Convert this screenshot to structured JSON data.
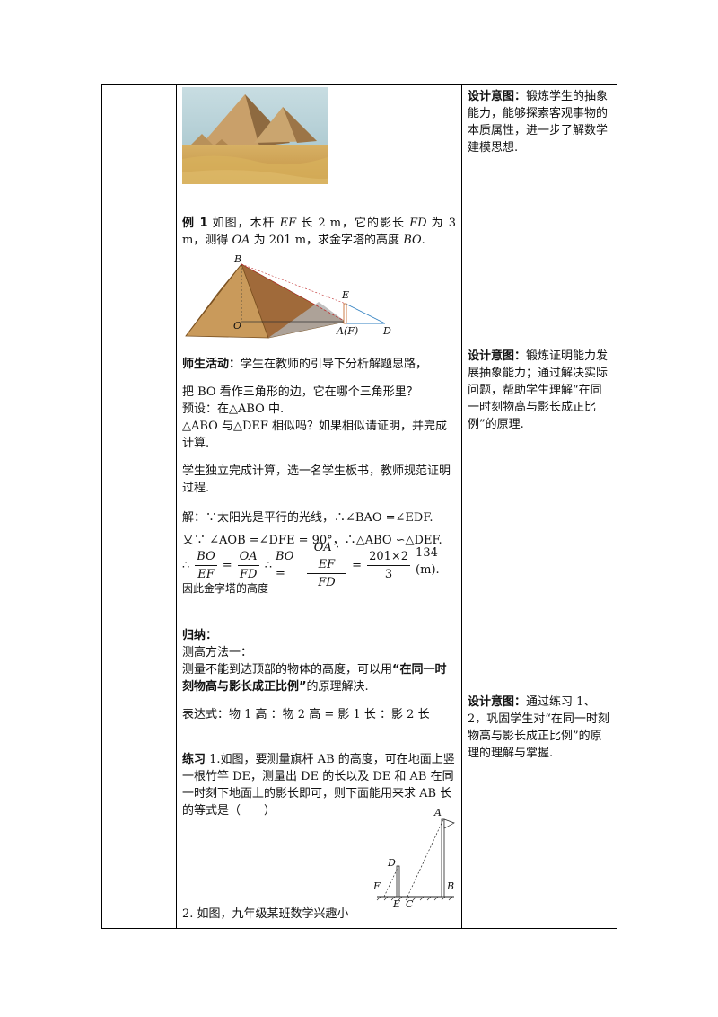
{
  "left_col": {
    "photo_alt": "pyramids-photo"
  },
  "example": {
    "label": "例 1",
    "text_a": " 如图，木杆 ",
    "ef": "EF",
    "text_b": " 长 2 m，它的影长 ",
    "fd": "FD",
    "text_c": " 为 3 m，测得 ",
    "oa": "OA",
    "text_d": " 为 201 m，求金字塔的高度 ",
    "bo": "BO",
    "text_e": "."
  },
  "diagram1": {
    "B": "B",
    "O": "O",
    "E": "E",
    "AF": "A(F)",
    "D": "D"
  },
  "activity": {
    "label": "师生活动：",
    "intro": "学生在教师的引导下分析解题思路，",
    "q1": "把 BO 看作三角形的边，它在哪个三角形里？",
    "q2": "预设：在△ABO 中.",
    "q3": "△ABO 与△DEF 相似吗？如果相似请证明，并完成计算.",
    "q4": "学生独立完成计算，选一名学生板书，教师规范证明过程.",
    "sol1": "解：∵太阳光是平行的光线，∴∠BAO =∠EDF.",
    "sol2": "又∵ ∠AOB =∠DFE = 90°，∴△ABO ∽△DEF.",
    "sol3_prefix": "∴",
    "sol3_suffix": "因此金字塔的高度",
    "frac1_num": "BO",
    "frac1_den": "EF",
    "frac2_num": "OA",
    "frac2_den": "FD",
    "bo_eq": "BO =",
    "frac3_num": "OA · EF",
    "frac3_den": "FD",
    "frac4_num": "201×2",
    "frac4_den": "3",
    "result": "134 (m)."
  },
  "summary": {
    "label": "归纳：",
    "line1": "测高方法一：",
    "line2a": "测量不能到达顶部的物体的高度，可以用",
    "line2b": "“在同一时刻物高与影长成正比例”",
    "line2c": "的原理解决.",
    "expr": "表达式：物 1 高 ：物 2 高 = 影 1 长 ：影 2 长"
  },
  "exercise": {
    "label": "练习",
    "text": " 1.如图，要测量旗杆 AB 的高度，可在地面上竖一根竹竿 DE，测量出 DE 的长以及 DE 和 AB 在同一时刻下地面上的影长即可，则下面能用来求 AB 长的等式是（　　）",
    "q2": "2. 如图，九年级某班数学兴趣小"
  },
  "diagram2": {
    "A": "A",
    "D": "D",
    "F": "F",
    "E": "E",
    "C": "C",
    "B": "B"
  },
  "right_col": {
    "intent_label": "设计意图：",
    "intent1": "锻炼学生的抽象能力，能够探索客观事物的本质属性，进一步了解数学建模思想.",
    "intent2": "锻炼证明能力发展抽象能力；通过解决实际问题，帮助学生理解“在同一时刻物高与影长成正比例”的原理.",
    "intent3": "通过练习 1、2，巩固学生对“在同一时刻物高与影长成正比例”的原理的理解与掌握."
  },
  "colors": {
    "sand": "#d9b25c",
    "sky": "#9fc0c8",
    "pyramid_face": "#c99a5b",
    "pyramid_side": "#a06a3a",
    "blue_line": "#2f7fc0",
    "red_dash": "#c03030"
  }
}
